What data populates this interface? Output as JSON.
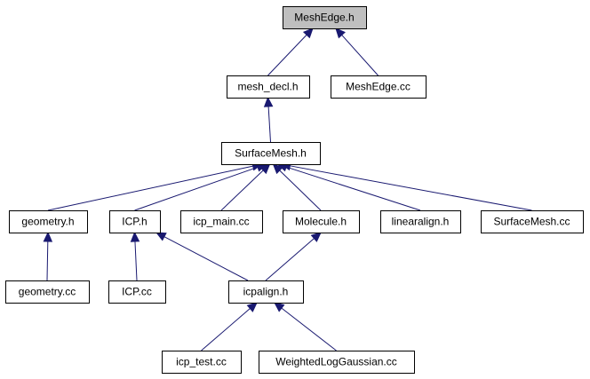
{
  "diagram": {
    "type": "include-dependency-graph",
    "colors": {
      "edge": "#191970",
      "root_fill": "#bfbfbf",
      "node_fill": "#ffffff",
      "border": "#000000"
    },
    "nodes": [
      {
        "id": "mesh_edge_h",
        "label": "MeshEdge.h",
        "root": true
      },
      {
        "id": "mesh_decl_h",
        "label": "mesh_decl.h"
      },
      {
        "id": "mesh_edge_cc",
        "label": "MeshEdge.cc"
      },
      {
        "id": "surface_mesh_h",
        "label": "SurfaceMesh.h"
      },
      {
        "id": "geometry_h",
        "label": "geometry.h"
      },
      {
        "id": "icp_h",
        "label": "ICP.h"
      },
      {
        "id": "icp_main_cc",
        "label": "icp_main.cc"
      },
      {
        "id": "molecule_h",
        "label": "Molecule.h"
      },
      {
        "id": "linearalign_h",
        "label": "linearalign.h"
      },
      {
        "id": "surface_mesh_cc",
        "label": "SurfaceMesh.cc"
      },
      {
        "id": "geometry_cc",
        "label": "geometry.cc"
      },
      {
        "id": "icp_cc",
        "label": "ICP.cc"
      },
      {
        "id": "icpalign_h",
        "label": "icpalign.h"
      },
      {
        "id": "icp_test_cc",
        "label": "icp_test.cc"
      },
      {
        "id": "weighted_log_gaussian_cc",
        "label": "WeightedLogGaussian.cc"
      }
    ],
    "edges": [
      {
        "from": "mesh_decl_h",
        "to": "mesh_edge_h"
      },
      {
        "from": "mesh_edge_cc",
        "to": "mesh_edge_h"
      },
      {
        "from": "surface_mesh_h",
        "to": "mesh_decl_h"
      },
      {
        "from": "geometry_h",
        "to": "surface_mesh_h"
      },
      {
        "from": "icp_h",
        "to": "surface_mesh_h"
      },
      {
        "from": "icp_main_cc",
        "to": "surface_mesh_h"
      },
      {
        "from": "molecule_h",
        "to": "surface_mesh_h"
      },
      {
        "from": "linearalign_h",
        "to": "surface_mesh_h"
      },
      {
        "from": "surface_mesh_cc",
        "to": "surface_mesh_h"
      },
      {
        "from": "geometry_cc",
        "to": "geometry_h"
      },
      {
        "from": "icp_cc",
        "to": "icp_h"
      },
      {
        "from": "icpalign_h",
        "to": "icp_h"
      },
      {
        "from": "icpalign_h",
        "to": "molecule_h"
      },
      {
        "from": "icp_test_cc",
        "to": "icpalign_h"
      },
      {
        "from": "weighted_log_gaussian_cc",
        "to": "icpalign_h"
      }
    ]
  }
}
